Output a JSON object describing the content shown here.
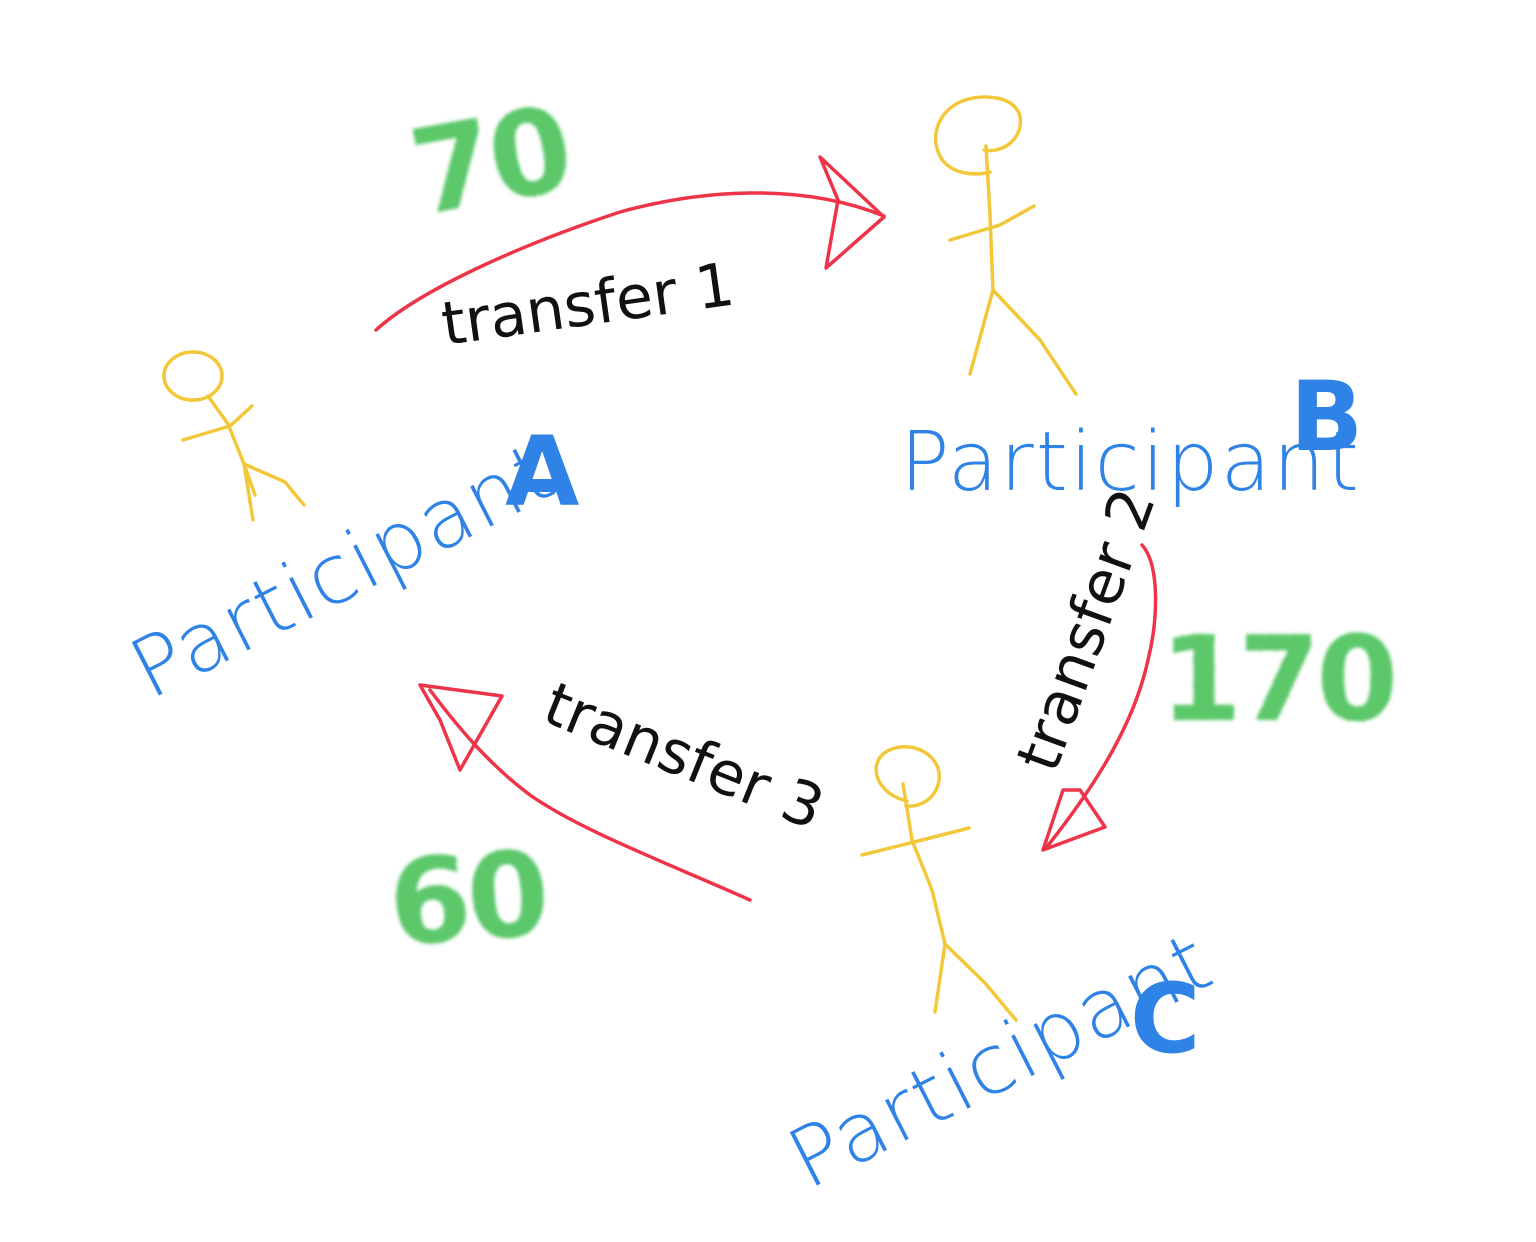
{
  "colors": {
    "figure": "#f2c73a",
    "participant": "#2f82e6",
    "arrow": "#ee3448",
    "transfer_text": "#111111",
    "amount": "#5cc86a"
  },
  "participants": [
    {
      "label": "Participant",
      "letter": "A"
    },
    {
      "label": "Participant",
      "letter": "B"
    },
    {
      "label": "Participant",
      "letter": "C"
    }
  ],
  "transfers": [
    {
      "label": "transfer 1",
      "amount": "70"
    },
    {
      "label": "transfer 2",
      "amount": "170"
    },
    {
      "label": "transfer 3",
      "amount": "60"
    }
  ]
}
